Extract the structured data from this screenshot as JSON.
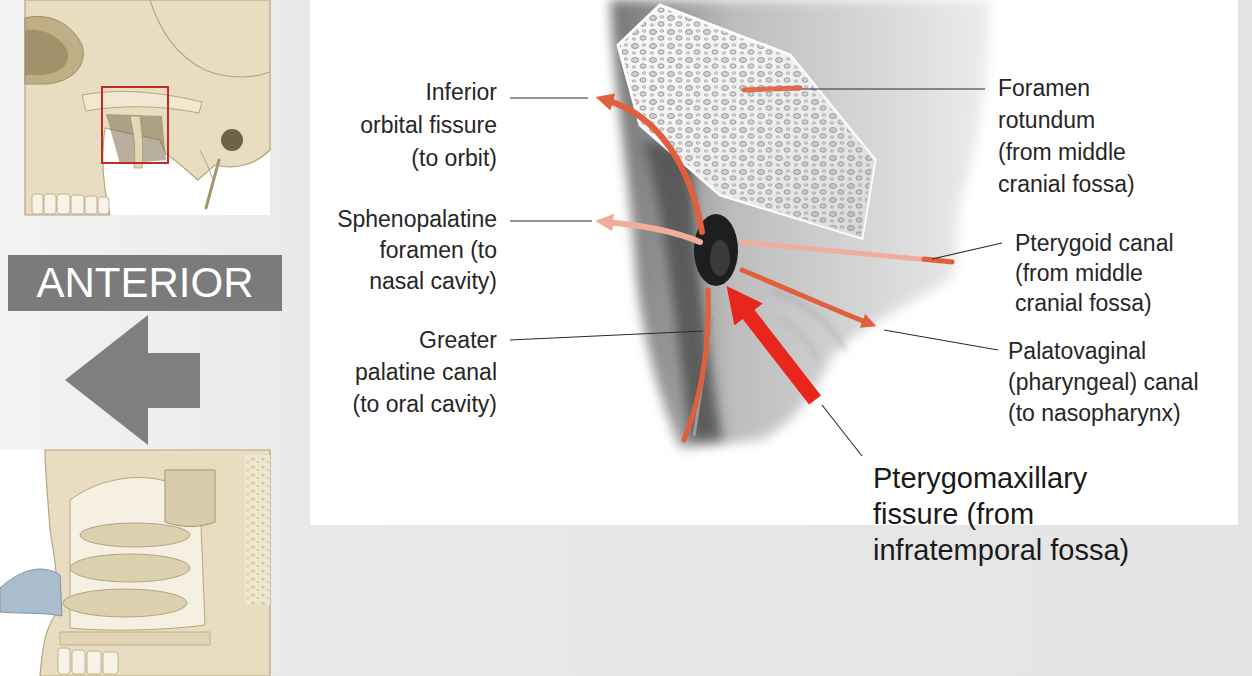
{
  "diagram": {
    "nodes": [
      {
        "text": [
          "ANTERIOR"
        ]
      }
    ],
    "labels": [
      "Inferior orbital fissure (to orbit)",
      "Foramen rotundum (from middle cranial fossa)",
      "Sphenopalatine foramen (to nasal cavity)",
      "Pterygoid canal (from middle cranial fossa)",
      "Greater palatine canal (to oral cavity)",
      "Palatovaginal (pharyngeal) canal (to nasopharynx)",
      "Pterygomaxillary fissure (from infratemporal fossa)"
    ]
  }
}
